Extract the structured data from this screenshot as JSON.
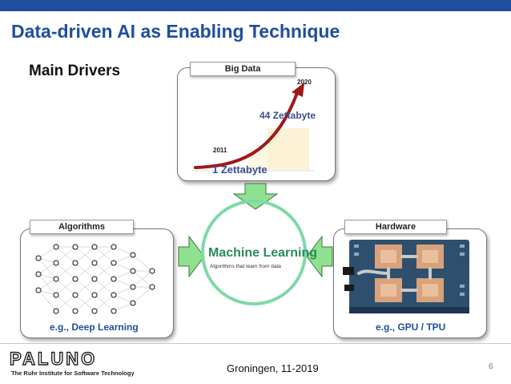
{
  "slide": {
    "title": "Data-driven AI as Enabling Technique",
    "subtitle": "Main Drivers",
    "footer": "Groningen, 11-2019",
    "page_number": "6"
  },
  "big_data": {
    "label": "Big Data",
    "year_start": "2011",
    "year_end": "2020",
    "value_start": "1 Zettabyte",
    "value_end": "44 Zettabyte"
  },
  "center": {
    "title": "Machine Learning",
    "tagline": "Algorithms that learn from data"
  },
  "algorithms": {
    "label": "Algorithms",
    "caption": "e.g., Deep Learning"
  },
  "hardware": {
    "label": "Hardware",
    "caption": "e.g., GPU / TPU"
  },
  "logo": {
    "name": "PALUNO",
    "tagline": "The Ruhr Institute for Software Technology"
  },
  "colors": {
    "brand_blue": "#1f4e9c",
    "arrow_green": "#8fe08f",
    "circle_green": "#7fd8a8",
    "growth_red": "#b22222"
  }
}
